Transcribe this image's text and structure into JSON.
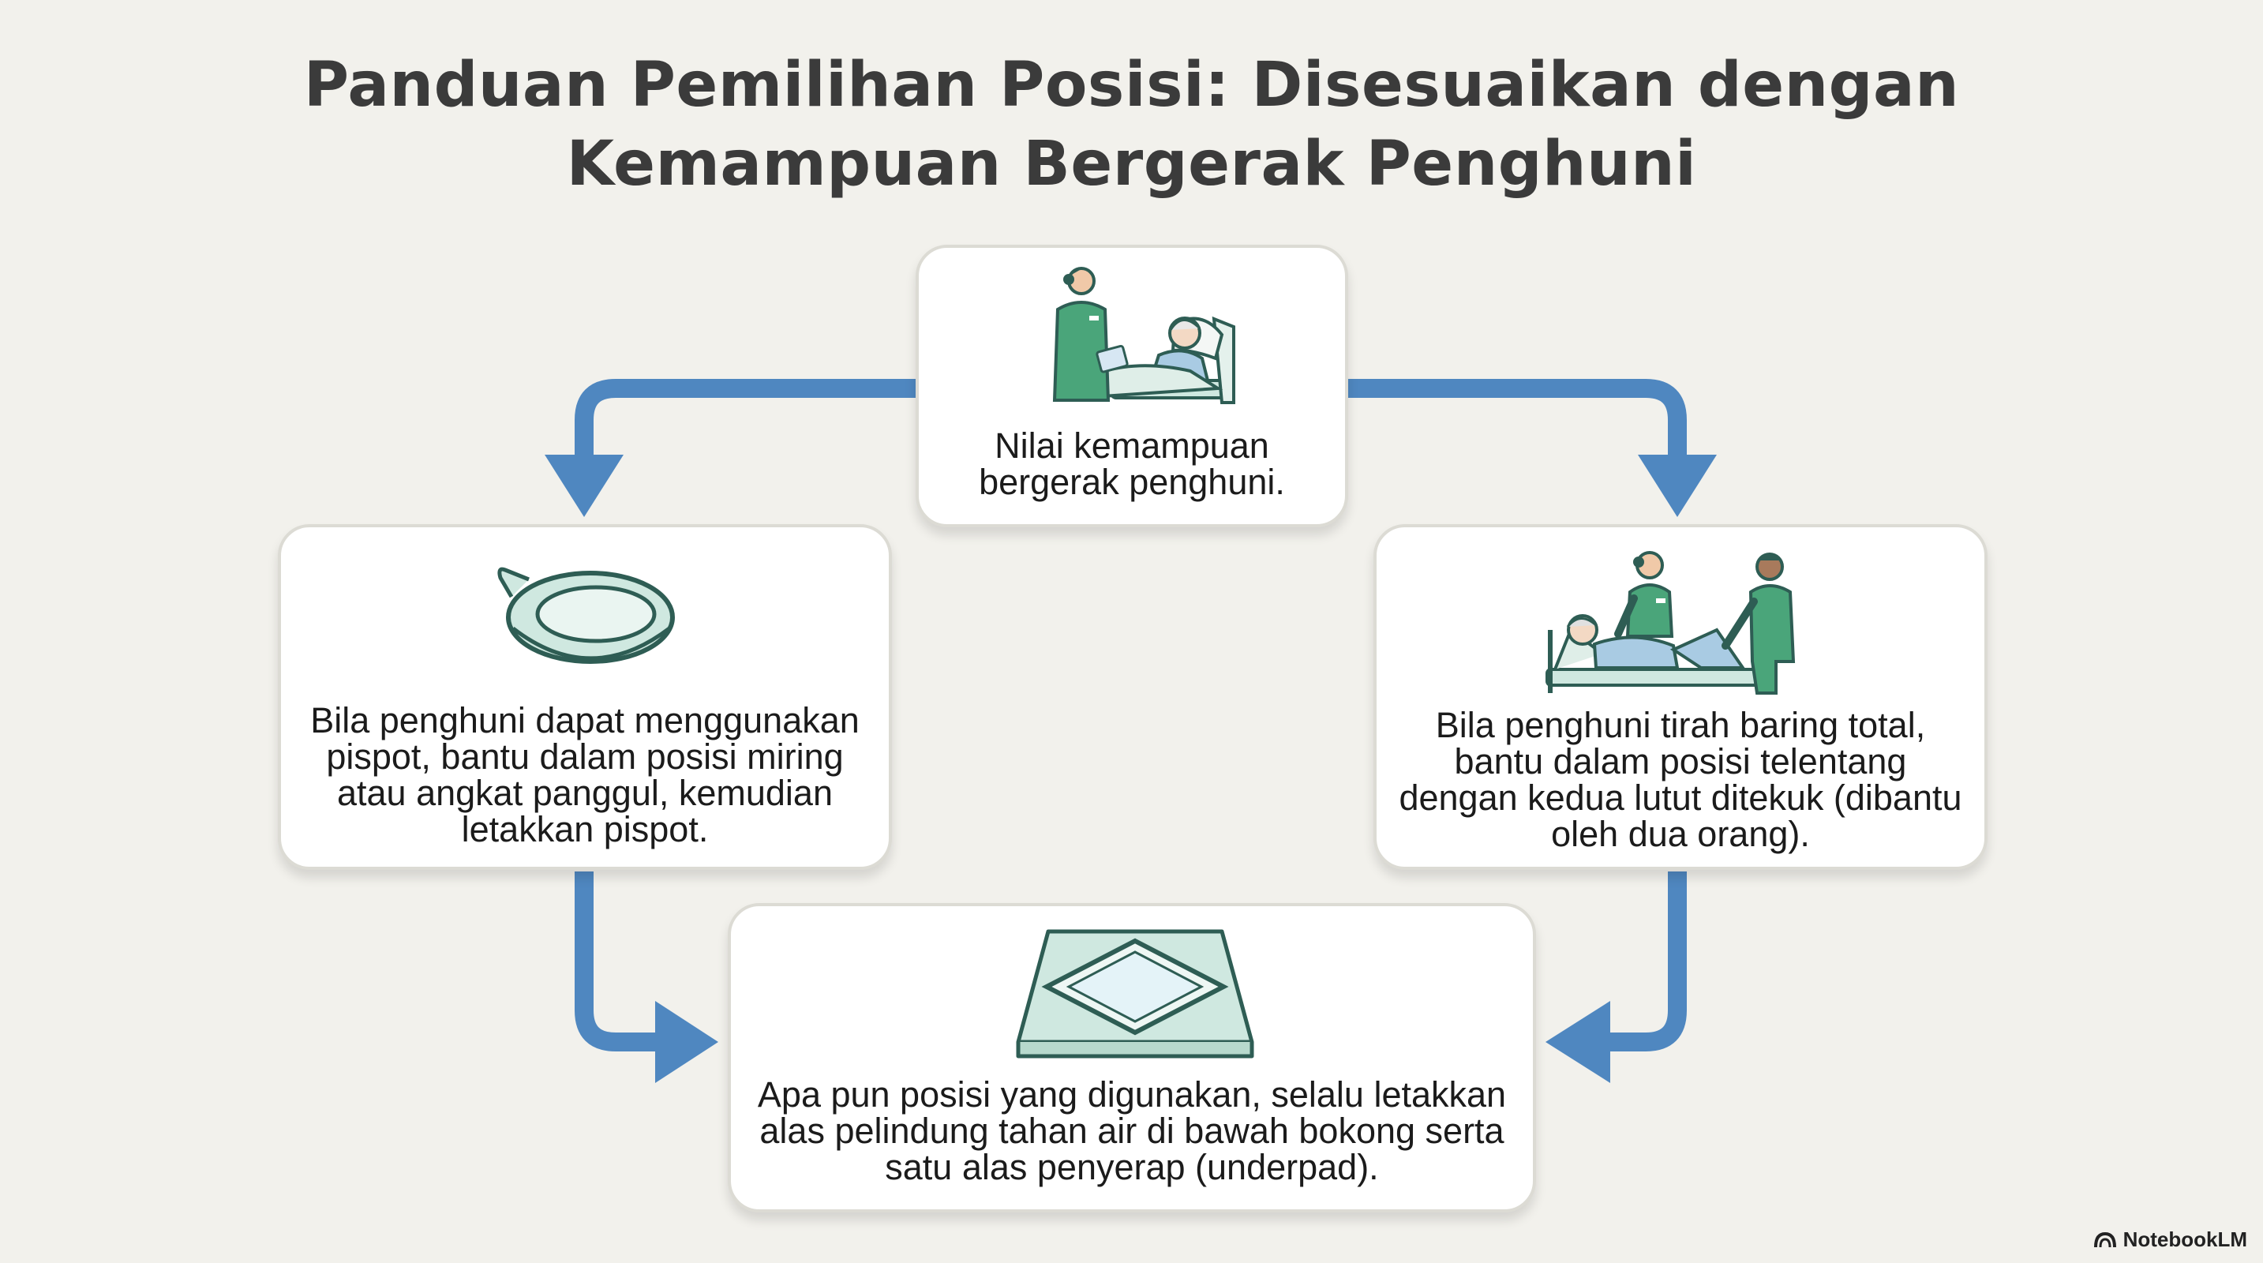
{
  "title": {
    "line1": "Panduan Pemilihan Posisi: Disesuaikan dengan",
    "line2": "Kemampuan Bergerak Penghuni"
  },
  "steps": {
    "assess": {
      "line1": "Nilai kemampuan",
      "line2": "bergerak penghuni.",
      "icon": "nurse-assessing-patient-icon"
    },
    "bedpan": {
      "line1": "Bila penghuni dapat menggunakan",
      "line2": "pispot, bantu dalam posisi miring",
      "line3": "atau angkat panggul, kemudian",
      "line4": "letakkan pispot.",
      "icon": "bedpan-icon"
    },
    "bedridden": {
      "line1": "Bila penghuni tirah baring total,",
      "line2": "bantu dalam posisi telentang",
      "line3": "dengan kedua lutut ditekuk (dibantu",
      "line4": "oleh dua orang).",
      "icon": "two-nurses-positioning-patient-icon"
    },
    "underpad": {
      "line1": "Apa pun posisi yang digunakan, selalu letakkan",
      "line2": "alas pelindung tahan air di bawah bokong serta",
      "line3": "satu alas penyerap (underpad).",
      "icon": "underpad-icon"
    }
  },
  "brand": {
    "name": "NotebookLM",
    "icon": "notebooklm-logo-icon"
  },
  "colors": {
    "background": "#f2f1ec",
    "arrow": "#4f87c0",
    "scrubs": "#4aa57a",
    "icon_fill": "#cfe8e0",
    "icon_stroke": "#2e5d54"
  }
}
